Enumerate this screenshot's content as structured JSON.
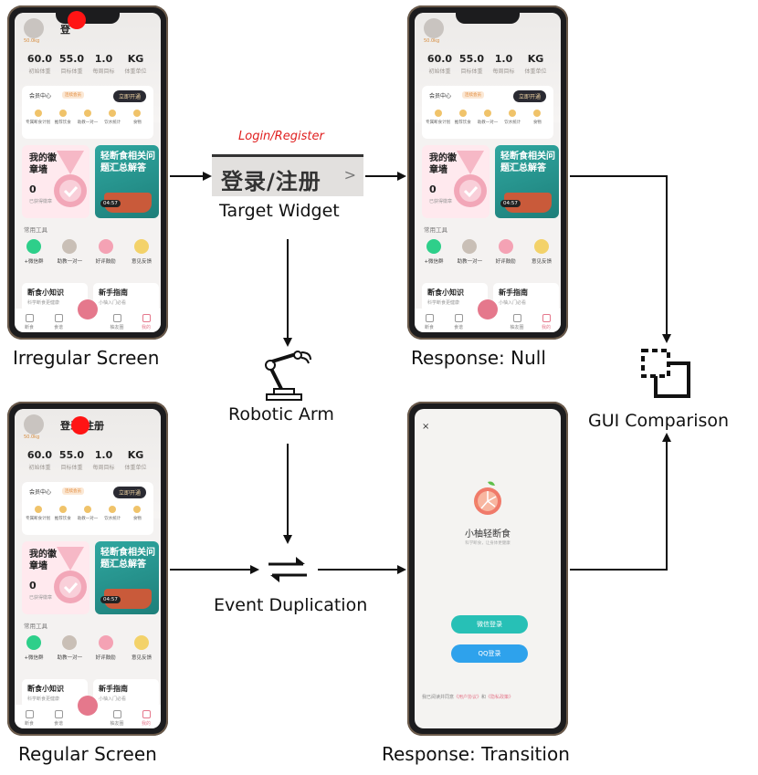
{
  "captions": {
    "irregular_screen": "Irregular Screen",
    "response_null": "Response: Null",
    "regular_screen": "Regular Screen",
    "response_transition": "Response: Transition"
  },
  "labels": {
    "login_register": "Login/Register",
    "widget_text": "登录/注册",
    "widget_chevron": ">",
    "target_widget": "Target Widget",
    "robotic_arm": "Robotic Arm",
    "event_duplication": "Event Duplication",
    "gui_comparison": "GUI Comparison"
  },
  "home": {
    "weight_tag": "50.0kg",
    "login_text_regular": "登录/注册",
    "login_text_irregular": "登",
    "stats": [
      {
        "value": "60.0",
        "label": "初始体重"
      },
      {
        "value": "55.0",
        "label": "目标体重"
      },
      {
        "value": "1.0",
        "label": "每周目标"
      },
      {
        "value": "KG",
        "label": "体重单位"
      }
    ],
    "member_title": "会员中心",
    "member_vip": "连续会员",
    "member_open": "立即开通",
    "member_items": [
      "专属断食计划",
      "推荐饮食",
      "助教一对一",
      "饮水统计",
      "食物"
    ],
    "badge_title": "我的徽章墙",
    "badge_count": "0",
    "badge_sub": "已获得徽章",
    "article_title": "轻断食相关问题汇总解答",
    "article_duration": "04:57",
    "tools_title": "常用工具",
    "tools": [
      "+微信群",
      "助教一对一",
      "好评鼓励",
      "意见反馈"
    ],
    "tip1_title": "断食小知识",
    "tip1_sub": "科学断食更健康",
    "tip2_title": "新手指南",
    "tip2_sub": "小柚入门必看",
    "tabs": [
      "断食",
      "食谱",
      "",
      "柚友圈",
      "我的"
    ]
  },
  "login": {
    "close": "×",
    "app_name": "小柚轻断食",
    "slogan": "科学断食，让身体更健康",
    "wechat_btn": "微信登录",
    "qq_btn": "QQ登录",
    "agree_prefix": "我已阅读并同意",
    "agree_terms": "《用户协议》",
    "agree_and": "和",
    "agree_privacy": "《隐私政策》"
  },
  "colors": {
    "tap_dot": "#ff1414",
    "accent_pink": "#e5788c",
    "wechat": "#27c0b6",
    "qq": "#2ea2ec"
  }
}
